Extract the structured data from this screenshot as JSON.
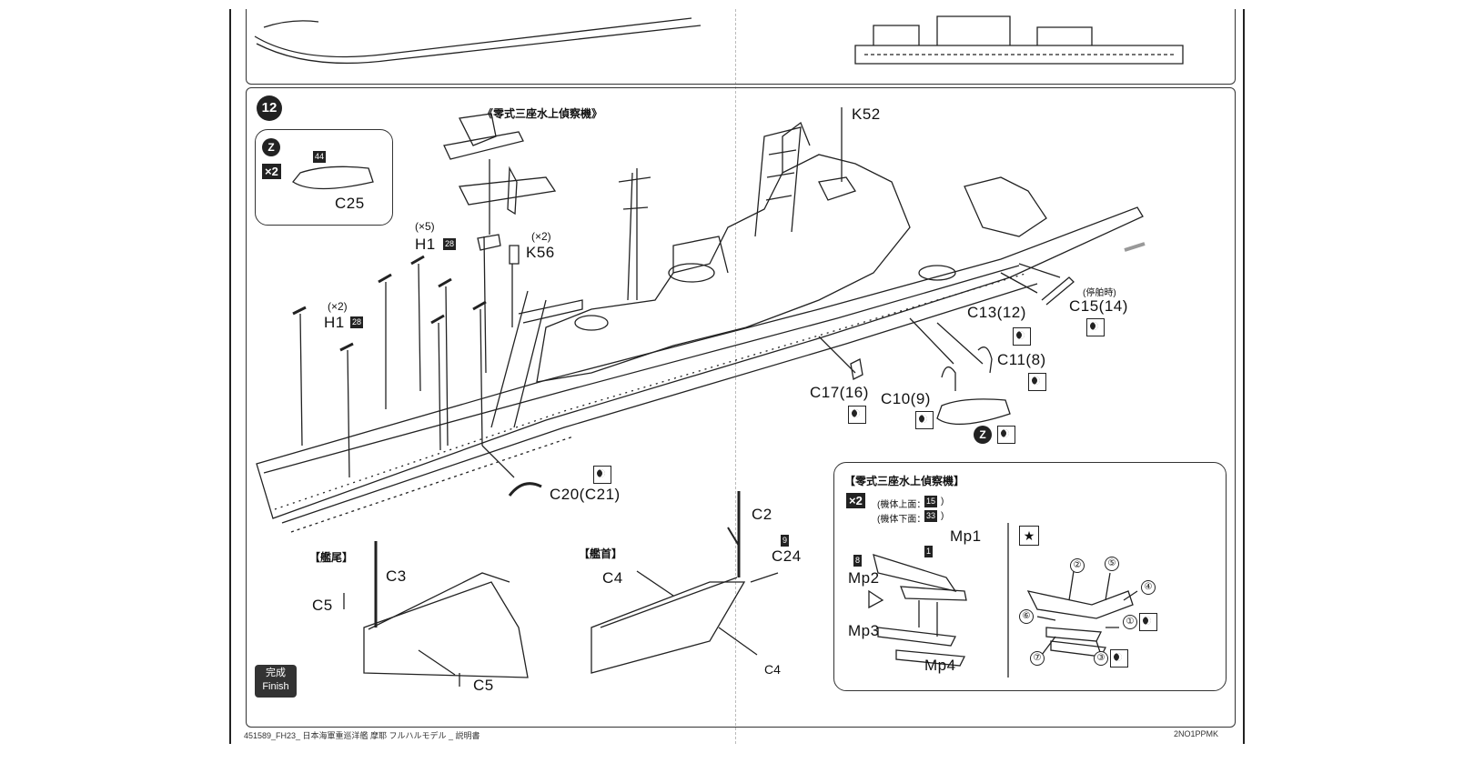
{
  "step": {
    "number": "12"
  },
  "labels": {
    "recon_title_top": "《零式三座水上偵察機》",
    "k52": "K52",
    "c25": "C25",
    "h1_x5_count": "(×5)",
    "h1_top": "H1",
    "h1_top_tag": "28",
    "k56_count": "(×2)",
    "k56": "K56",
    "h1_x2_count": "(×2)",
    "h1_left": "H1",
    "h1_left_tag": "28",
    "c25_tag": "44",
    "times2": "×2",
    "z": "Z",
    "c13": "C13(12)",
    "c15_note": "(停舶時)",
    "c15": "C15(14)",
    "c11": "C11(8)",
    "c17": "C17(16)",
    "c10": "C10(9)",
    "c20": "C20(C21)",
    "stern_title": "【艦尾】",
    "bow_title": "【艦首】",
    "c3": "C3",
    "c5_a": "C5",
    "c5_b": "C5",
    "c2": "C2",
    "c24_tag": "9",
    "c24": "C24",
    "c4_a": "C4",
    "c4_b": "C4",
    "recon_box_title": "【零式三座水上偵察機】",
    "fuselage_upper": "(機体上面：",
    "fuselage_upper_tag": "15",
    "fuselage_lower": "(機体下面：",
    "fuselage_lower_tag": "33",
    "close_paren": ")",
    "mp1": "Mp1",
    "mp1_tag": "1",
    "mp2_tag": "8",
    "mp2": "Mp2",
    "mp3": "Mp3",
    "mp4": "Mp4",
    "star": "★",
    "n1": "①",
    "n2": "②",
    "n3": "③",
    "n4": "④",
    "n5": "⑤",
    "n6": "⑥",
    "n7": "⑦"
  },
  "finish": {
    "jp": "完成",
    "en": "Finish"
  },
  "footer": {
    "left": "451589_FH23_ 日本海軍重巡洋艦 摩耶 フルハルモデル _ 説明書",
    "right": "2NO1PPMK"
  }
}
